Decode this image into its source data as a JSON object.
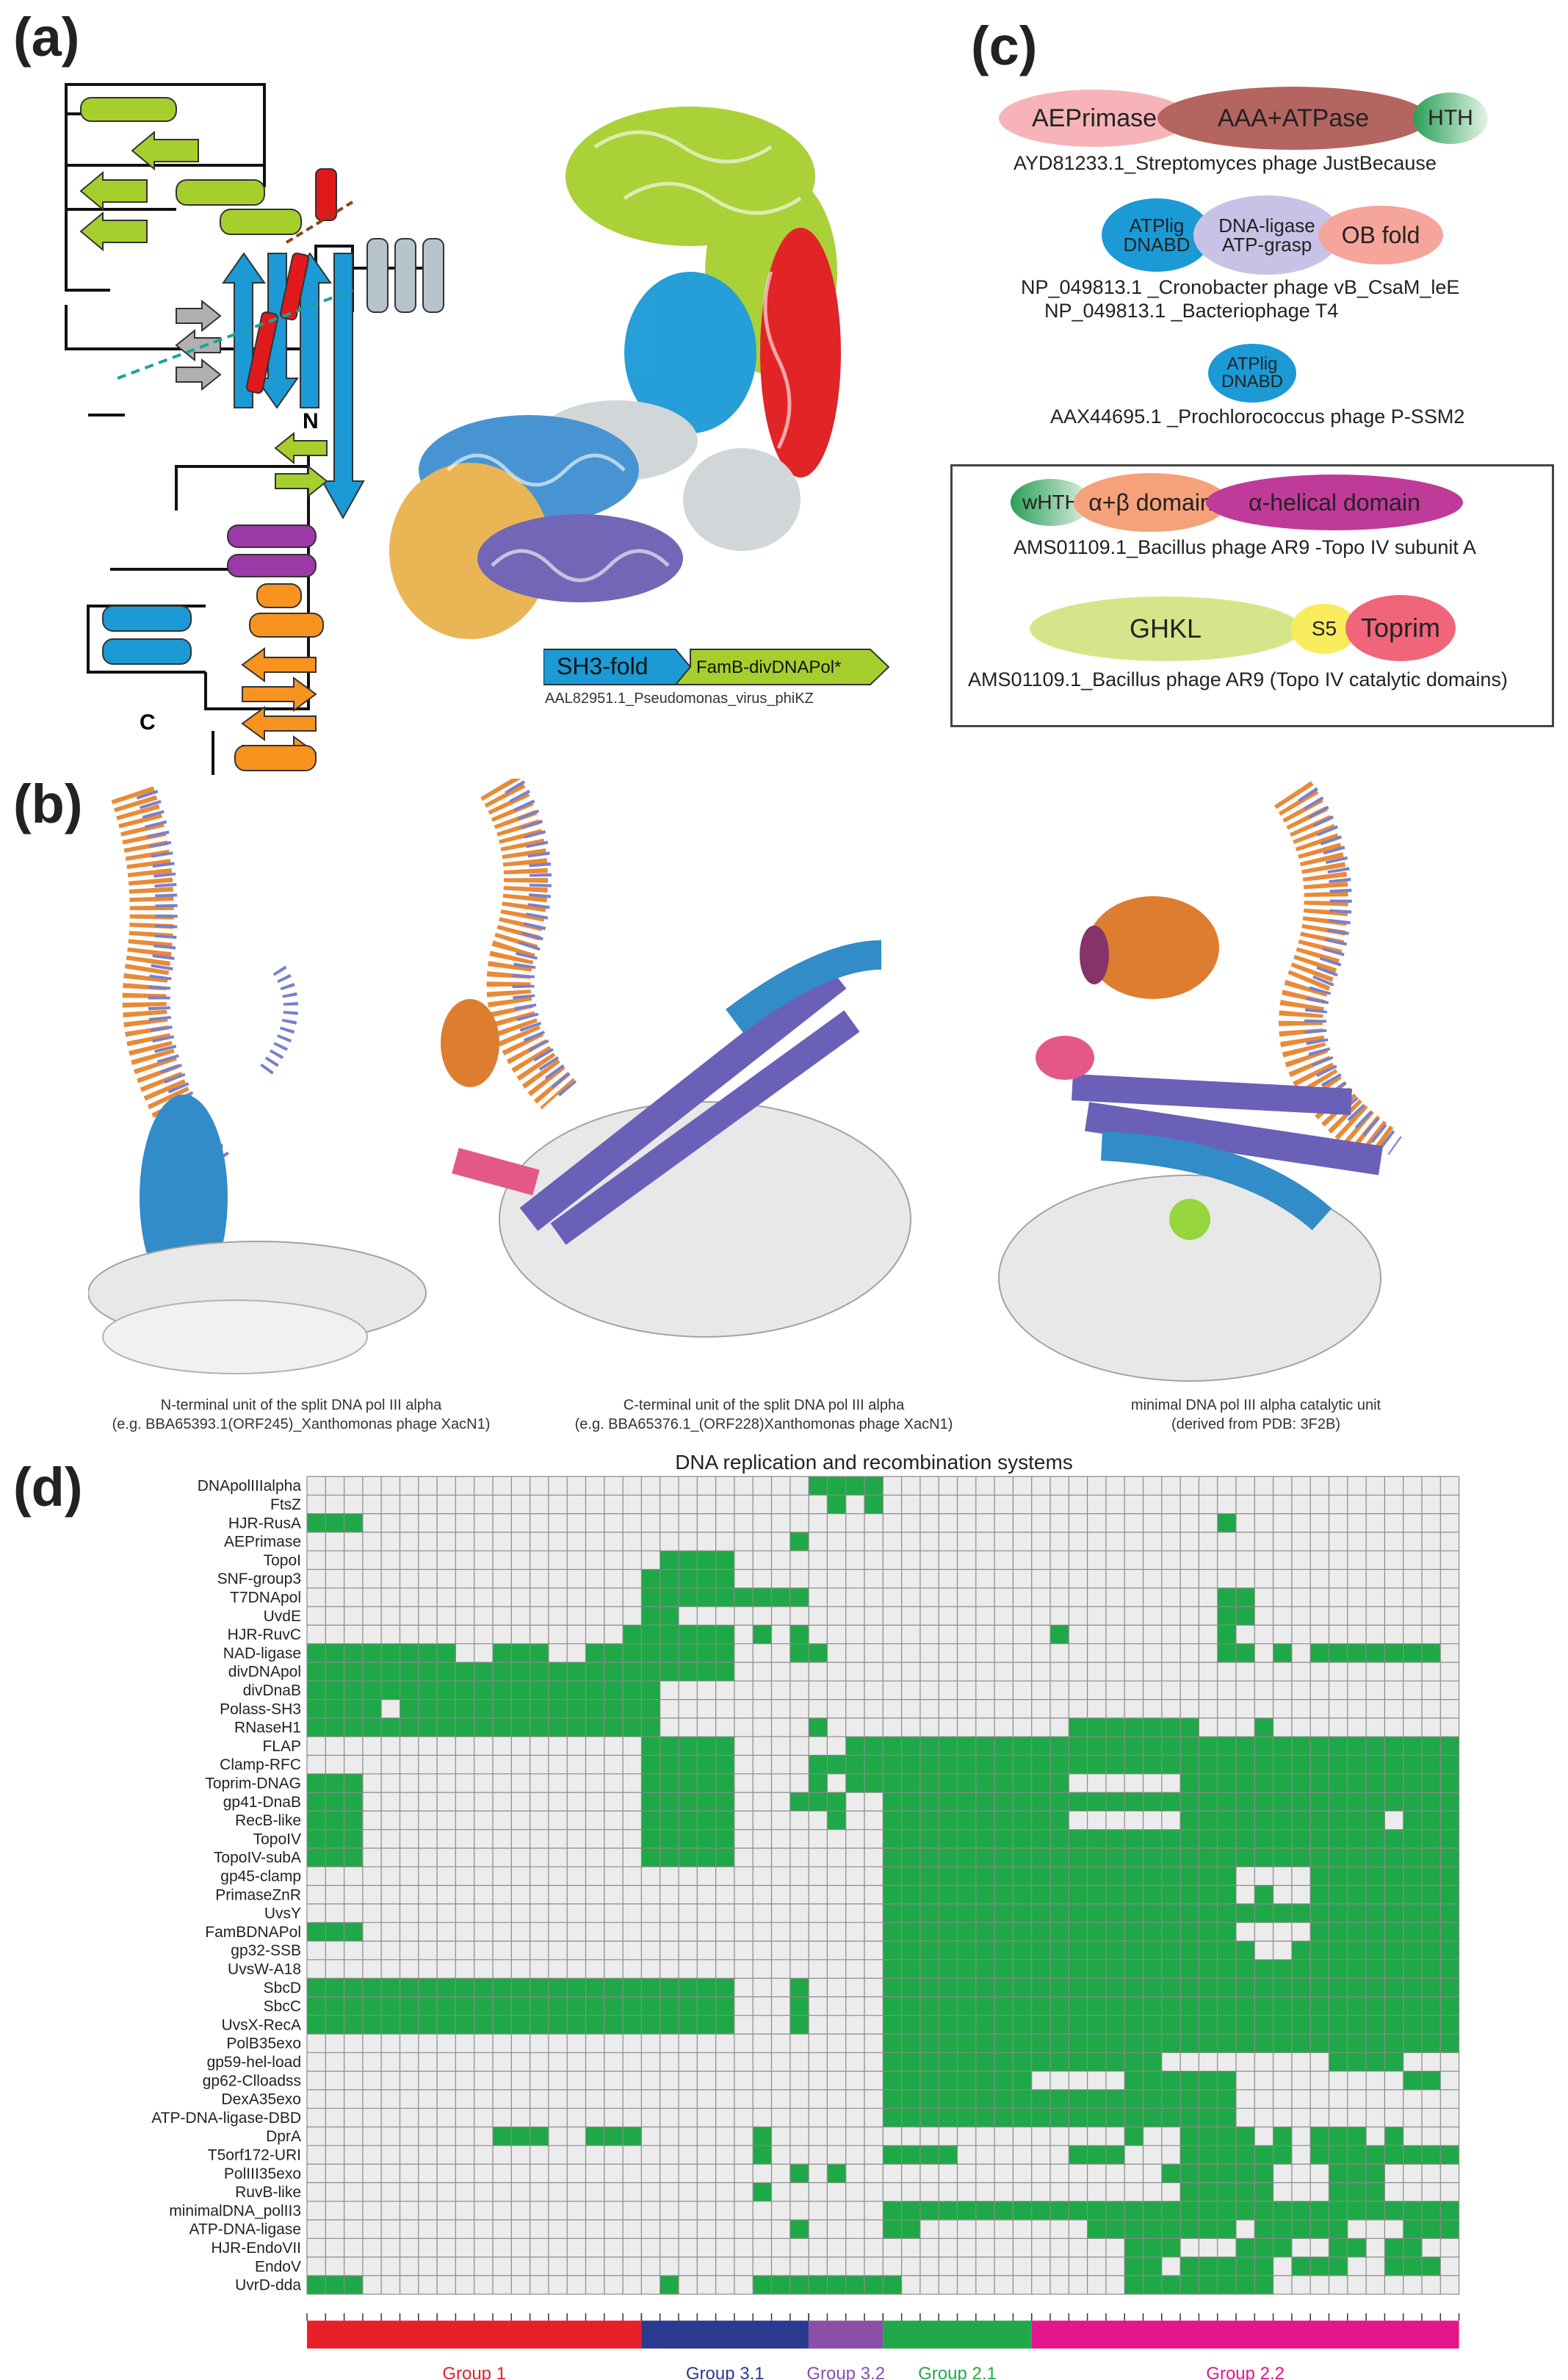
{
  "panels": {
    "a": "(a)",
    "b": "(b)",
    "c": "(c)",
    "d": "(d)"
  },
  "panel_a": {
    "topology_labels": {
      "n": "N",
      "c": "C"
    },
    "domain_bar": {
      "sh3": "SH3-fold",
      "famb": "FamB-divDNAPol*"
    },
    "accession": "AAL82951.1_Pseudomonas_virus_phiKZ",
    "colors": {
      "green": "#a6cf2e",
      "red": "#e0191b",
      "blue": "#1b9ad6",
      "grey": "#b8c4cc",
      "purple": "#9b3aa6",
      "orange": "#f7931e",
      "tan": "#e8b24c",
      "slate": "#6a5fb3"
    }
  },
  "panel_c": {
    "rows": [
      {
        "domains": [
          "AEPrimase",
          "AAA+ATPase",
          "HTH"
        ],
        "caption": "AYD81233.1_Streptomyces phage JustBecause"
      },
      {
        "domains": [
          "ATPlig\nDNABD",
          "DNA-ligase\nATP-grasp",
          "OB fold"
        ],
        "caption": "NP_049813.1 _Cronobacter phage vB_CsaM_leE",
        "caption2": "NP_049813.1 _Bacteriophage T4"
      },
      {
        "domains": [
          "ATPlig\nDNABD"
        ],
        "caption": "AAX44695.1 _Prochlorococcus phage P-SSM2"
      },
      {
        "domains": [
          "wHTH",
          "α+β domain",
          "α-helical domain"
        ],
        "caption": "AMS01109.1_Bacillus phage AR9 -Topo IV subunit A"
      },
      {
        "domains": [
          "GHKL",
          "S5",
          "Toprim"
        ],
        "caption": "AMS01109.1_Bacillus phage AR9 (Topo IV catalytic domains)"
      }
    ]
  },
  "panel_b": {
    "captions": [
      {
        "line1": "N-terminal unit  of the split DNA pol III alpha",
        "line2": "(e.g. BBA65393.1(ORF245)_Xanthomonas phage XacN1)"
      },
      {
        "line1": "C-terminal unit  of the split DNA pol III alpha",
        "line2": "(e.g. BBA65376.1_(ORF228)Xanthomonas phage XacN1)"
      },
      {
        "line1": "minimal DNA pol III alpha catalytic unit",
        "line2": "(derived from PDB: 3F2B)"
      }
    ]
  },
  "chart_data": {
    "type": "heatmap",
    "title": "DNA replication and recombination systems",
    "rows": [
      "DNApolIIIalpha",
      "FtsZ",
      "HJR-RusA",
      "AEPrimase",
      "TopoI",
      "SNF-group3",
      "T7DNApol",
      "UvdE",
      "HJR-RuvC",
      "NAD-ligase",
      "divDNApol",
      "divDnaB",
      "Polass-SH3",
      "RNaseH1",
      "FLAP",
      "Clamp-RFC",
      "Toprim-DNAG",
      "gp41-DnaB",
      "RecB-like",
      "TopoIV",
      "TopoIV-subA",
      "gp45-clamp",
      "PrimaseZnR",
      "UvsY",
      "FamBDNAPol",
      "gp32-SSB",
      "UvsW-A18",
      "SbcD",
      "SbcC",
      "UvsX-RecA",
      "PolB35exo",
      "gp59-hel-load",
      "gp62-Clloadss",
      "DexA35exo",
      "ATP-DNA-ligase-DBD",
      "DprA",
      "T5orf172-URI",
      "PolIII35exo",
      "RuvB-like",
      "minimalDNA_polII3",
      "ATP-DNA-ligase",
      "HJR-EndoVII",
      "EndoV",
      "UvrD-dda"
    ],
    "n_columns": 62,
    "present_color": "#1fa847",
    "absent_color": "#ececec",
    "groups": [
      {
        "name": "Group 1",
        "start": 0,
        "end": 18,
        "color": "#e8202a"
      },
      {
        "name": "Group 3.1",
        "start": 18,
        "end": 27,
        "color": "#2b3a8f"
      },
      {
        "name": "Group 3.2",
        "start": 27,
        "end": 31,
        "color": "#8b4fa8"
      },
      {
        "name": "Group 2.1",
        "start": 31,
        "end": 39,
        "color": "#22a84a"
      },
      {
        "name": "Group 2.2",
        "start": 39,
        "end": 62,
        "color": "#e5168c"
      }
    ],
    "cells": [
      [
        [
          27,
          30
        ]
      ],
      [
        [
          28,
          28
        ],
        [
          30,
          30
        ]
      ],
      [
        [
          0,
          2
        ],
        [
          49,
          49
        ]
      ],
      [
        [
          26,
          26
        ]
      ],
      [
        [
          19,
          22
        ]
      ],
      [
        [
          18,
          22
        ]
      ],
      [
        [
          18,
          26
        ],
        [
          49,
          50
        ]
      ],
      [
        [
          18,
          19
        ],
        [
          49,
          50
        ]
      ],
      [
        [
          17,
          22
        ],
        [
          24,
          24
        ],
        [
          26,
          26
        ],
        [
          40,
          40
        ],
        [
          49,
          49
        ]
      ],
      [
        [
          0,
          7
        ],
        [
          10,
          12
        ],
        [
          15,
          22
        ],
        [
          26,
          27
        ],
        [
          49,
          50
        ],
        [
          52,
          52
        ],
        [
          54,
          60
        ]
      ],
      [
        [
          0,
          22
        ]
      ],
      [
        [
          0,
          18
        ]
      ],
      [
        [
          0,
          3
        ],
        [
          5,
          18
        ]
      ],
      [
        [
          0,
          18
        ],
        [
          27,
          27
        ],
        [
          41,
          47
        ],
        [
          51,
          51
        ]
      ],
      [
        [
          18,
          22
        ],
        [
          29,
          62
        ]
      ],
      [
        [
          18,
          22
        ],
        [
          27,
          28
        ],
        [
          29,
          62
        ]
      ],
      [
        [
          0,
          2
        ],
        [
          18,
          22
        ],
        [
          27,
          27
        ],
        [
          29,
          40
        ],
        [
          47,
          62
        ]
      ],
      [
        [
          0,
          2
        ],
        [
          18,
          22
        ],
        [
          26,
          28
        ],
        [
          31,
          62
        ]
      ],
      [
        [
          0,
          2
        ],
        [
          18,
          22
        ],
        [
          28,
          28
        ],
        [
          31,
          40
        ],
        [
          47,
          57
        ],
        [
          59,
          62
        ]
      ],
      [
        [
          0,
          2
        ],
        [
          18,
          22
        ],
        [
          31,
          62
        ]
      ],
      [
        [
          0,
          2
        ],
        [
          18,
          22
        ],
        [
          31,
          62
        ]
      ],
      [
        [
          31,
          49
        ],
        [
          54,
          62
        ]
      ],
      [
        [
          31,
          49
        ],
        [
          51,
          51
        ],
        [
          54,
          62
        ]
      ],
      [
        [
          31,
          62
        ]
      ],
      [
        [
          0,
          2
        ],
        [
          31,
          49
        ],
        [
          54,
          62
        ]
      ],
      [
        [
          31,
          50
        ],
        [
          53,
          62
        ]
      ],
      [
        [
          31,
          62
        ]
      ],
      [
        [
          0,
          22
        ],
        [
          26,
          26
        ],
        [
          31,
          62
        ]
      ],
      [
        [
          0,
          22
        ],
        [
          26,
          26
        ],
        [
          31,
          62
        ]
      ],
      [
        [
          0,
          22
        ],
        [
          26,
          26
        ],
        [
          31,
          62
        ]
      ],
      [
        [
          31,
          62
        ]
      ],
      [
        [
          31,
          45
        ],
        [
          55,
          58
        ]
      ],
      [
        [
          31,
          38
        ],
        [
          44,
          49
        ],
        [
          59,
          60
        ]
      ],
      [
        [
          31,
          49
        ]
      ],
      [
        [
          31,
          38
        ],
        [
          39,
          49
        ]
      ],
      [
        [
          10,
          12
        ],
        [
          15,
          17
        ],
        [
          24,
          24
        ],
        [
          44,
          44
        ],
        [
          47,
          50
        ],
        [
          52,
          52
        ],
        [
          54,
          56
        ],
        [
          58,
          58
        ]
      ],
      [
        [
          24,
          24
        ],
        [
          31,
          34
        ],
        [
          41,
          43
        ],
        [
          47,
          52
        ],
        [
          54,
          61
        ]
      ],
      [
        [
          26,
          26
        ],
        [
          28,
          28
        ],
        [
          46,
          51
        ],
        [
          55,
          57
        ]
      ],
      [
        [
          24,
          24
        ],
        [
          47,
          51
        ],
        [
          55,
          57
        ]
      ],
      [
        [
          31,
          62
        ]
      ],
      [
        [
          26,
          26
        ],
        [
          31,
          32
        ],
        [
          42,
          49
        ],
        [
          51,
          55
        ],
        [
          59,
          61
        ]
      ],
      [
        [
          44,
          46
        ],
        [
          50,
          52
        ],
        [
          55,
          56
        ],
        [
          58,
          59
        ]
      ],
      [
        [
          44,
          45
        ],
        [
          47,
          51
        ],
        [
          53,
          55
        ],
        [
          58,
          60
        ]
      ],
      [
        [
          0,
          2
        ],
        [
          19,
          19
        ],
        [
          24,
          31
        ],
        [
          44,
          51
        ]
      ]
    ]
  }
}
